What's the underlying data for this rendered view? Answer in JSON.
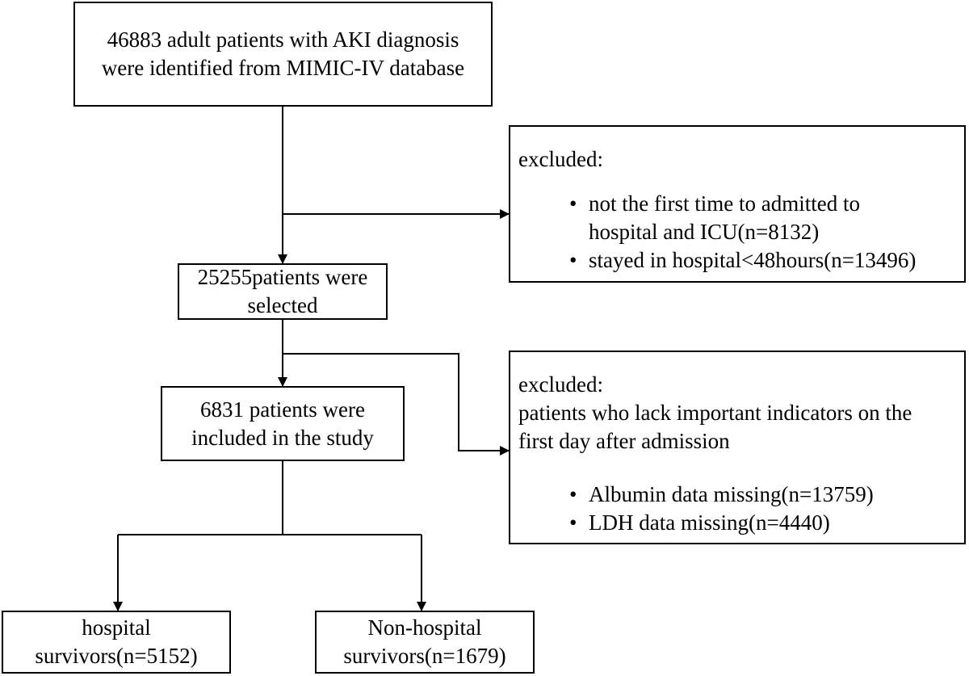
{
  "boxes": {
    "identified": {
      "lines": [
        "46883 adult patients with AKI diagnosis",
        "were identified from MIMIC-IV database"
      ]
    },
    "selected": {
      "lines": [
        "25255patients were",
        "selected"
      ]
    },
    "included": {
      "lines": [
        "6831 patients were",
        "included in the study"
      ]
    },
    "survivors": {
      "lines": [
        "hospital",
        "survivors(n=5152)"
      ]
    },
    "non_survivors": {
      "lines": [
        "Non-hospital",
        "survivors(n=1679)"
      ]
    },
    "exclusion_1": {
      "heading": "excluded:",
      "items": [
        [
          "not the first time to admitted to",
          "hospital and ICU(n=8132)"
        ],
        [
          "stayed in hospital<48hours(n=13496)"
        ]
      ]
    },
    "exclusion_2": {
      "heading": "excluded:",
      "description": [
        "patients who lack important indicators on the",
        "first day after admission"
      ],
      "items": [
        [
          "Albumin data missing(n=13759)"
        ],
        [
          "LDH data missing(n=4440)"
        ]
      ]
    }
  },
  "style": {
    "line_color": "#000000",
    "background": "#ffffff"
  }
}
